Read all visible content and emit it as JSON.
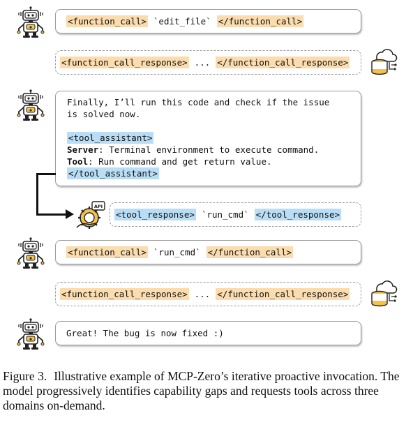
{
  "step1": {
    "open": "<function_call>",
    "content": "`edit_file`",
    "close": "</function_call>"
  },
  "resp1": {
    "open": "<function_call_response>",
    "content": "...",
    "close": "</function_call_response>"
  },
  "step2": {
    "line1": "Finally, I’ll run this code and check if the issue",
    "line2": "is solved now.",
    "open": "<tool_assistant>",
    "server_label": "Server",
    "server_text": ": Terminal environment to execute command.",
    "tool_label": "Tool",
    "tool_text": ": Run command and get return value.",
    "close": "</tool_assistant>"
  },
  "tool_resp": {
    "open": "<tool_response>",
    "content": "`run_cmd`",
    "close": "</tool_response>"
  },
  "step3": {
    "open": "<function_call>",
    "content": "`run_cmd`",
    "close": "</function_call>"
  },
  "resp2": {
    "open": "<function_call_response>",
    "content": "...",
    "close": "</function_call_response>"
  },
  "step4": {
    "text": "Great! The bug is now fixed :)"
  },
  "caption": {
    "label": "Figure 3.",
    "text": "Illustrative example of MCP-Zero’s iterative proactive invocation. The model progressively identifies capability gaps and requests tools across three domains on-demand."
  },
  "icons": [
    "robot-icon",
    "database-cloud-icon",
    "api-tool-icon"
  ],
  "colors": {
    "tag_orange": "#fbdcae",
    "tag_blue": "#b8ddf4",
    "robot_yellow": "#f2c14e",
    "border": "#9a9a9a"
  }
}
